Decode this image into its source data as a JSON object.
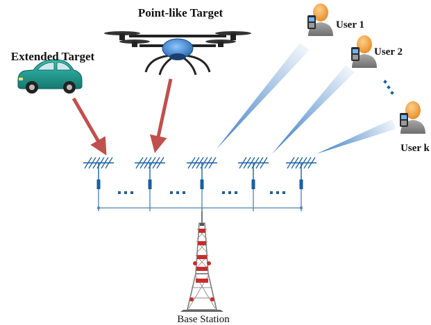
{
  "labels": {
    "point_target": "Point-like Target",
    "extended_target": "Extended Target",
    "user_1": "User 1",
    "user_2": "User 2",
    "user_k": "User k",
    "base_station": "Base Station"
  },
  "colors": {
    "sensing_arrow": "#c0504d",
    "beam": "#3b7dc4",
    "antenna": "#1a5fa0",
    "feed_line": "#4a7fb5",
    "tower_red": "#cc2b2b",
    "tower_gray": "#7a7a7a",
    "car_body": "#1e9e93",
    "drone_body": "#2f6fb5",
    "user_skin": "#f0a24a",
    "user_body": "#8c8c8c"
  },
  "icons": {
    "car": "car-icon",
    "drone": "drone-icon",
    "user": "user-with-phone-icon",
    "antenna": "antenna-array-icon",
    "tower": "cell-tower-icon"
  }
}
